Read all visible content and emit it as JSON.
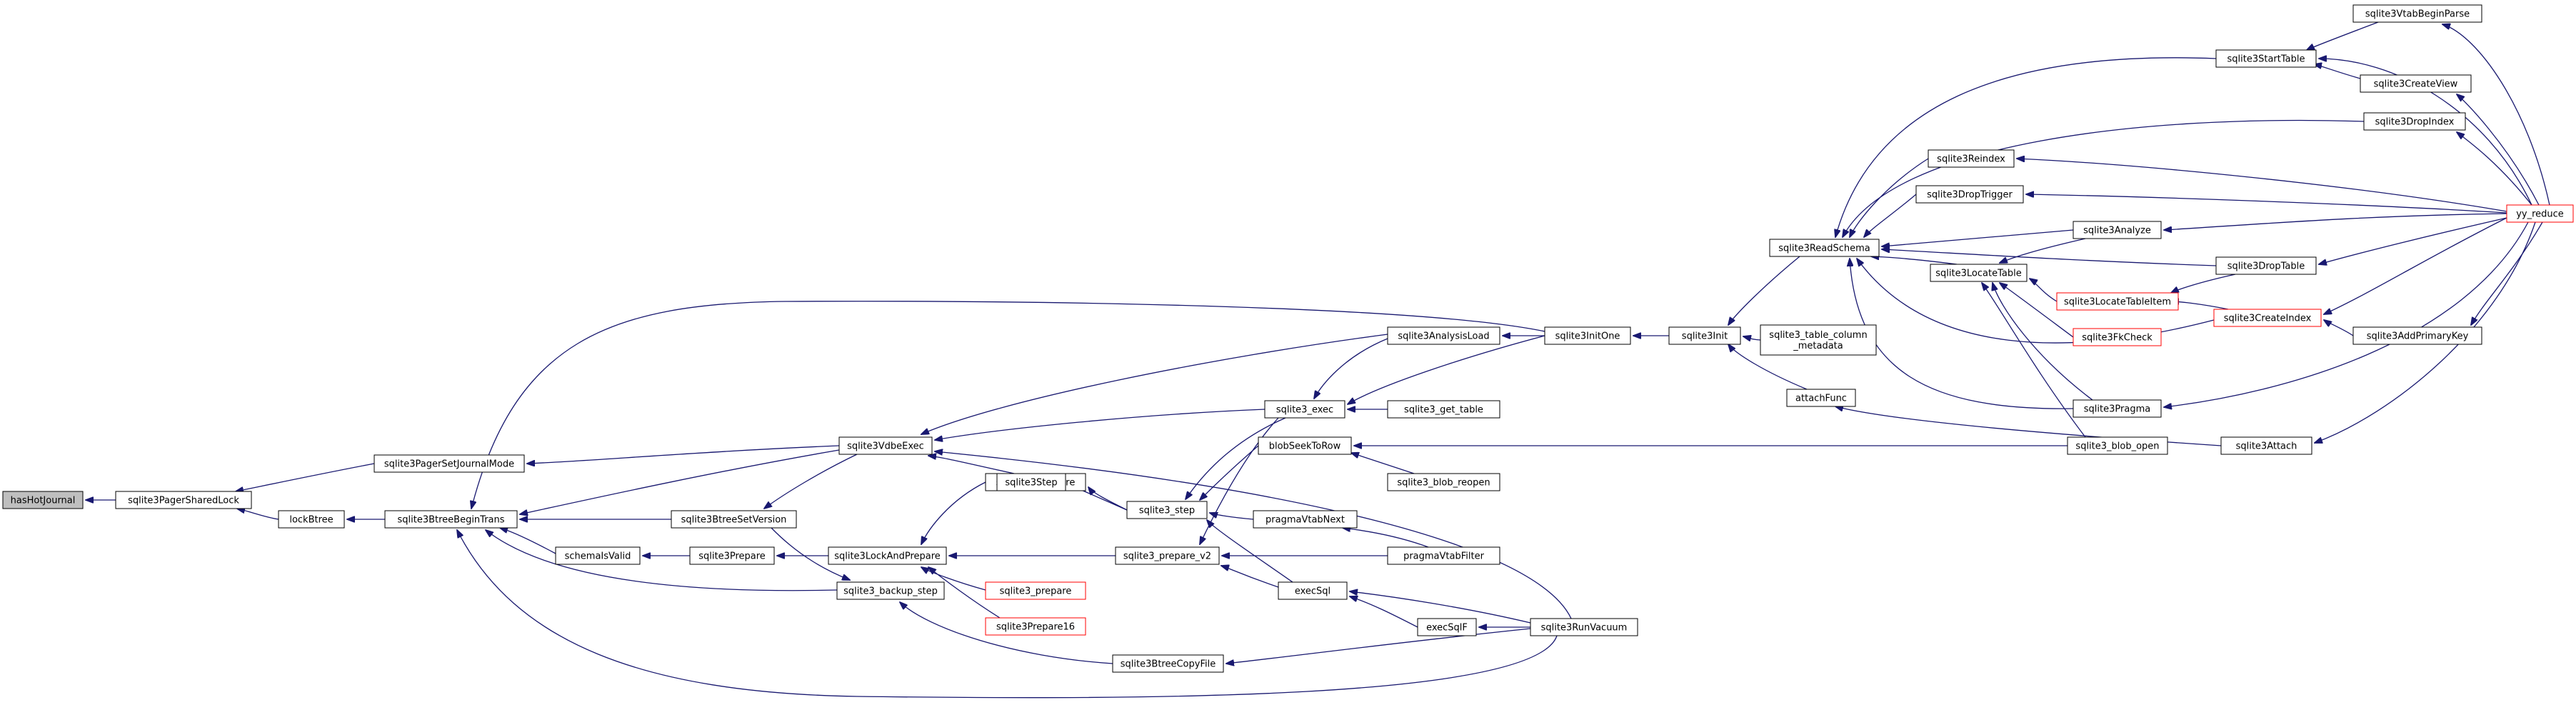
{
  "diagram": {
    "title": "",
    "colors": {
      "edge": "#191970",
      "node_border": "#000000",
      "node_border_red": "#ff0000",
      "root_fill": "#bfbfbf",
      "background": "#ffffff"
    },
    "nodes": [
      {
        "id": "hasHotJournal",
        "label": "hasHotJournal",
        "style": "root"
      },
      {
        "id": "sqlite3PagerSharedLock",
        "label": "sqlite3PagerSharedLock",
        "style": "normal"
      },
      {
        "id": "sqlite3PagerSetJournalMode",
        "label": "sqlite3PagerSetJournalMode",
        "style": "normal"
      },
      {
        "id": "lockBtree",
        "label": "lockBtree",
        "style": "normal"
      },
      {
        "id": "sqlite3BtreeBeginTrans",
        "label": "sqlite3BtreeBeginTrans",
        "style": "normal"
      },
      {
        "id": "sqlite3VdbeExec",
        "label": "sqlite3VdbeExec",
        "style": "normal"
      },
      {
        "id": "sqlite3BtreeSetVersion",
        "label": "sqlite3BtreeSetVersion",
        "style": "normal"
      },
      {
        "id": "schemaIsValid",
        "label": "schemaIsValid",
        "style": "normal"
      },
      {
        "id": "sqlite3Prepare",
        "label": "sqlite3Prepare",
        "style": "normal"
      },
      {
        "id": "sqlite3_backup_step",
        "label": "sqlite3_backup_step",
        "style": "normal"
      },
      {
        "id": "sqlite3LockAndPrepare",
        "label": "sqlite3LockAndPrepare",
        "style": "normal"
      },
      {
        "id": "sqlite3Reprepare",
        "label": "sqlite3Reprepare",
        "style": "normal"
      },
      {
        "id": "sqlite3_prepare",
        "label": "sqlite3_prepare",
        "style": "red"
      },
      {
        "id": "sqlite3Prepare16",
        "label": "sqlite3Prepare16",
        "style": "red"
      },
      {
        "id": "sqlite3_prepare_v2",
        "label": "sqlite3_prepare_v2",
        "style": "normal"
      },
      {
        "id": "sqlite3BtreeCopyFile",
        "label": "sqlite3BtreeCopyFile",
        "style": "normal"
      },
      {
        "id": "sqlite3Step",
        "label": "sqlite3Step",
        "style": "normal"
      },
      {
        "id": "sqlite3_step",
        "label": "sqlite3_step",
        "style": "normal"
      },
      {
        "id": "sqlite3_exec",
        "label": "sqlite3_exec",
        "style": "normal"
      },
      {
        "id": "sqlite3AnalysisLoad",
        "label": "sqlite3AnalysisLoad",
        "style": "normal"
      },
      {
        "id": "sqlite3_get_table",
        "label": "sqlite3_get_table",
        "style": "normal"
      },
      {
        "id": "blobSeekToRow",
        "label": "blobSeekToRow",
        "style": "normal"
      },
      {
        "id": "sqlite3_blob_reopen",
        "label": "sqlite3_blob_reopen",
        "style": "normal"
      },
      {
        "id": "pragmaVtabNext",
        "label": "pragmaVtabNext",
        "style": "normal"
      },
      {
        "id": "pragmaVtabFilter",
        "label": "pragmaVtabFilter",
        "style": "normal"
      },
      {
        "id": "execSql",
        "label": "execSql",
        "style": "normal"
      },
      {
        "id": "execSqlF",
        "label": "execSqlF",
        "style": "normal"
      },
      {
        "id": "sqlite3RunVacuum",
        "label": "sqlite3RunVacuum",
        "style": "normal"
      },
      {
        "id": "sqlite3InitOne",
        "label": "sqlite3InitOne",
        "style": "normal"
      },
      {
        "id": "sqlite3Init",
        "label": "sqlite3Init",
        "style": "normal"
      },
      {
        "id": "sqlite3_table_column_metadata",
        "label": "sqlite3_table_column\n_metadata",
        "style": "normal"
      },
      {
        "id": "attachFunc",
        "label": "attachFunc",
        "style": "normal"
      },
      {
        "id": "sqlite3ReadSchema",
        "label": "sqlite3ReadSchema",
        "style": "normal"
      },
      {
        "id": "sqlite3Reindex",
        "label": "sqlite3Reindex",
        "style": "normal"
      },
      {
        "id": "sqlite3DropTrigger",
        "label": "sqlite3DropTrigger",
        "style": "normal"
      },
      {
        "id": "sqlite3LocateTable",
        "label": "sqlite3LocateTable",
        "style": "normal"
      },
      {
        "id": "sqlite3StartTable",
        "label": "sqlite3StartTable",
        "style": "normal"
      },
      {
        "id": "sqlite3VtabBeginParse",
        "label": "sqlite3VtabBeginParse",
        "style": "normal"
      },
      {
        "id": "sqlite3CreateView",
        "label": "sqlite3CreateView",
        "style": "normal"
      },
      {
        "id": "sqlite3DropIndex",
        "label": "sqlite3DropIndex",
        "style": "normal"
      },
      {
        "id": "sqlite3Analyze",
        "label": "sqlite3Analyze",
        "style": "normal"
      },
      {
        "id": "sqlite3DropTable",
        "label": "sqlite3DropTable",
        "style": "normal"
      },
      {
        "id": "sqlite3LocateTableItem",
        "label": "sqlite3LocateTableItem",
        "style": "red"
      },
      {
        "id": "sqlite3CreateIndex",
        "label": "sqlite3CreateIndex",
        "style": "red"
      },
      {
        "id": "sqlite3FkCheck",
        "label": "sqlite3FkCheck",
        "style": "red"
      },
      {
        "id": "sqlite3AddPrimaryKey",
        "label": "sqlite3AddPrimaryKey",
        "style": "normal"
      },
      {
        "id": "sqlite3Pragma",
        "label": "sqlite3Pragma",
        "style": "normal"
      },
      {
        "id": "sqlite3_blob_open",
        "label": "sqlite3_blob_open",
        "style": "normal"
      },
      {
        "id": "sqlite3Attach",
        "label": "sqlite3Attach",
        "style": "normal"
      },
      {
        "id": "yy_reduce",
        "label": "yy_reduce",
        "style": "red"
      }
    ],
    "edges": [
      {
        "from": "sqlite3PagerSharedLock",
        "to": "hasHotJournal"
      },
      {
        "from": "sqlite3PagerSetJournalMode",
        "to": "sqlite3PagerSharedLock"
      },
      {
        "from": "lockBtree",
        "to": "sqlite3PagerSharedLock"
      },
      {
        "from": "sqlite3VdbeExec",
        "to": "sqlite3PagerSetJournalMode"
      },
      {
        "from": "sqlite3BtreeBeginTrans",
        "to": "lockBtree"
      },
      {
        "from": "sqlite3VdbeExec",
        "to": "sqlite3BtreeBeginTrans"
      },
      {
        "from": "sqlite3BtreeSetVersion",
        "to": "sqlite3BtreeBeginTrans"
      },
      {
        "from": "schemaIsValid",
        "to": "sqlite3BtreeBeginTrans"
      },
      {
        "from": "sqlite3_backup_step",
        "to": "sqlite3BtreeBeginTrans"
      },
      {
        "from": "sqlite3RunVacuum",
        "to": "sqlite3BtreeBeginTrans"
      },
      {
        "from": "sqlite3InitOne",
        "to": "sqlite3BtreeBeginTrans"
      },
      {
        "from": "sqlite3VdbeExec",
        "to": "sqlite3BtreeSetVersion"
      },
      {
        "from": "sqlite3Prepare",
        "to": "schemaIsValid"
      },
      {
        "from": "sqlite3LockAndPrepare",
        "to": "sqlite3Prepare"
      },
      {
        "from": "sqlite3Reprepare",
        "to": "sqlite3LockAndPrepare"
      },
      {
        "from": "sqlite3_prepare",
        "to": "sqlite3LockAndPrepare"
      },
      {
        "from": "sqlite3Prepare16",
        "to": "sqlite3LockAndPrepare"
      },
      {
        "from": "sqlite3_prepare_v2",
        "to": "sqlite3LockAndPrepare"
      },
      {
        "from": "sqlite3BtreeCopyFile",
        "to": "sqlite3_backup_step"
      },
      {
        "from": "sqlite3BtreeSetVersion",
        "to": "sqlite3_backup_step"
      },
      {
        "from": "sqlite3_step",
        "to": "sqlite3Reprepare"
      },
      {
        "from": "sqlite3Step",
        "to": "sqlite3VdbeExec"
      },
      {
        "from": "sqlite3_step",
        "to": "sqlite3Step"
      },
      {
        "from": "sqlite3_exec",
        "to": "sqlite3VdbeExec"
      },
      {
        "from": "sqlite3AnalysisLoad",
        "to": "sqlite3VdbeExec"
      },
      {
        "from": "sqlite3RunVacuum",
        "to": "sqlite3VdbeExec"
      },
      {
        "from": "sqlite3_exec",
        "to": "sqlite3_step"
      },
      {
        "from": "blobSeekToRow",
        "to": "sqlite3_step"
      },
      {
        "from": "pragmaVtabNext",
        "to": "sqlite3_step"
      },
      {
        "from": "execSql",
        "to": "sqlite3_step"
      },
      {
        "from": "sqlite3_exec",
        "to": "sqlite3_prepare_v2"
      },
      {
        "from": "pragmaVtabFilter",
        "to": "sqlite3_prepare_v2"
      },
      {
        "from": "execSql",
        "to": "sqlite3_prepare_v2"
      },
      {
        "from": "sqlite3RunVacuum",
        "to": "sqlite3BtreeCopyFile"
      },
      {
        "from": "sqlite3AnalysisLoad",
        "to": "sqlite3_exec"
      },
      {
        "from": "sqlite3InitOne",
        "to": "sqlite3_exec"
      },
      {
        "from": "sqlite3_get_table",
        "to": "sqlite3_exec"
      },
      {
        "from": "sqlite3InitOne",
        "to": "sqlite3AnalysisLoad"
      },
      {
        "from": "sqlite3_blob_open",
        "to": "blobSeekToRow"
      },
      {
        "from": "sqlite3_blob_reopen",
        "to": "blobSeekToRow"
      },
      {
        "from": "pragmaVtabFilter",
        "to": "pragmaVtabNext"
      },
      {
        "from": "execSqlF",
        "to": "execSql"
      },
      {
        "from": "sqlite3RunVacuum",
        "to": "execSql"
      },
      {
        "from": "sqlite3RunVacuum",
        "to": "execSqlF"
      },
      {
        "from": "sqlite3Init",
        "to": "sqlite3InitOne"
      },
      {
        "from": "sqlite3ReadSchema",
        "to": "sqlite3Init"
      },
      {
        "from": "sqlite3_table_column_metadata",
        "to": "sqlite3Init"
      },
      {
        "from": "attachFunc",
        "to": "sqlite3Init"
      },
      {
        "from": "sqlite3Attach",
        "to": "attachFunc"
      },
      {
        "from": "sqlite3StartTable",
        "to": "sqlite3ReadSchema"
      },
      {
        "from": "sqlite3DropIndex",
        "to": "sqlite3ReadSchema"
      },
      {
        "from": "sqlite3Reindex",
        "to": "sqlite3ReadSchema"
      },
      {
        "from": "sqlite3DropTrigger",
        "to": "sqlite3ReadSchema"
      },
      {
        "from": "sqlite3Analyze",
        "to": "sqlite3ReadSchema"
      },
      {
        "from": "sqlite3DropTable",
        "to": "sqlite3ReadSchema"
      },
      {
        "from": "sqlite3LocateTable",
        "to": "sqlite3ReadSchema"
      },
      {
        "from": "sqlite3CreateIndex",
        "to": "sqlite3ReadSchema"
      },
      {
        "from": "sqlite3Pragma",
        "to": "sqlite3ReadSchema"
      },
      {
        "from": "sqlite3Analyze",
        "to": "sqlite3LocateTable"
      },
      {
        "from": "sqlite3LocateTableItem",
        "to": "sqlite3LocateTable"
      },
      {
        "from": "sqlite3FkCheck",
        "to": "sqlite3LocateTable"
      },
      {
        "from": "sqlite3Pragma",
        "to": "sqlite3LocateTable"
      },
      {
        "from": "sqlite3_blob_open",
        "to": "sqlite3LocateTable"
      },
      {
        "from": "sqlite3DropTable",
        "to": "sqlite3LocateTableItem"
      },
      {
        "from": "sqlite3CreateIndex",
        "to": "sqlite3LocateTableItem"
      },
      {
        "from": "sqlite3VtabBeginParse",
        "to": "sqlite3StartTable"
      },
      {
        "from": "sqlite3CreateView",
        "to": "sqlite3StartTable"
      },
      {
        "from": "yy_reduce",
        "to": "sqlite3StartTable"
      },
      {
        "from": "sqlite3AddPrimaryKey",
        "to": "sqlite3CreateIndex"
      },
      {
        "from": "yy_reduce",
        "to": "sqlite3CreateIndex"
      },
      {
        "from": "yy_reduce",
        "to": "sqlite3VtabBeginParse"
      },
      {
        "from": "yy_reduce",
        "to": "sqlite3CreateView"
      },
      {
        "from": "yy_reduce",
        "to": "sqlite3DropIndex"
      },
      {
        "from": "yy_reduce",
        "to": "sqlite3Reindex"
      },
      {
        "from": "yy_reduce",
        "to": "sqlite3DropTrigger"
      },
      {
        "from": "yy_reduce",
        "to": "sqlite3Analyze"
      },
      {
        "from": "yy_reduce",
        "to": "sqlite3DropTable"
      },
      {
        "from": "yy_reduce",
        "to": "sqlite3AddPrimaryKey"
      },
      {
        "from": "yy_reduce",
        "to": "sqlite3Pragma"
      },
      {
        "from": "yy_reduce",
        "to": "sqlite3Attach"
      }
    ]
  }
}
